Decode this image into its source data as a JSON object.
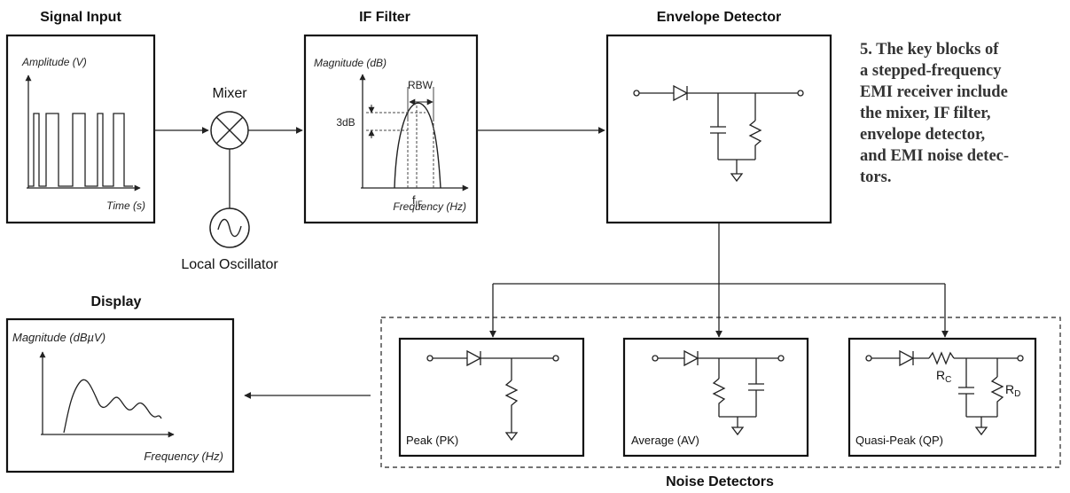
{
  "blocks": {
    "signal_input": {
      "title": "Signal Input",
      "ylabel": "Amplitude (V)",
      "xlabel": "Time (s)"
    },
    "mixer": {
      "label": "Mixer"
    },
    "local_oscillator": {
      "label": "Local Oscillator"
    },
    "if_filter": {
      "title": "IF Filter",
      "ylabel": "Magnitude (dB)",
      "xlabel": "Frequency (Hz)",
      "rbw": "RBW",
      "db3": "3dB",
      "fif": "f",
      "fif_sub": "IF"
    },
    "envelope_detector": {
      "title": "Envelope Detector"
    },
    "display": {
      "title": "Display",
      "ylabel": "Magnitude (dBµV)",
      "xlabel": "Frequency (Hz)"
    },
    "noise_detectors": {
      "title": "Noise Detectors",
      "peak": {
        "label": "Peak (PK)"
      },
      "average": {
        "label": "Average (AV)"
      },
      "quasi_peak": {
        "label": "Quasi-Peak (QP)",
        "rc": "R",
        "rc_sub": "C",
        "rd": "R",
        "rd_sub": "D"
      }
    }
  },
  "caption_lines": [
    "5. The key blocks of",
    "a stepped-frequency",
    "EMI receiver include",
    "the mixer, IF filter,",
    "envelope detector,",
    "and EMI noise detec-",
    "tors."
  ]
}
